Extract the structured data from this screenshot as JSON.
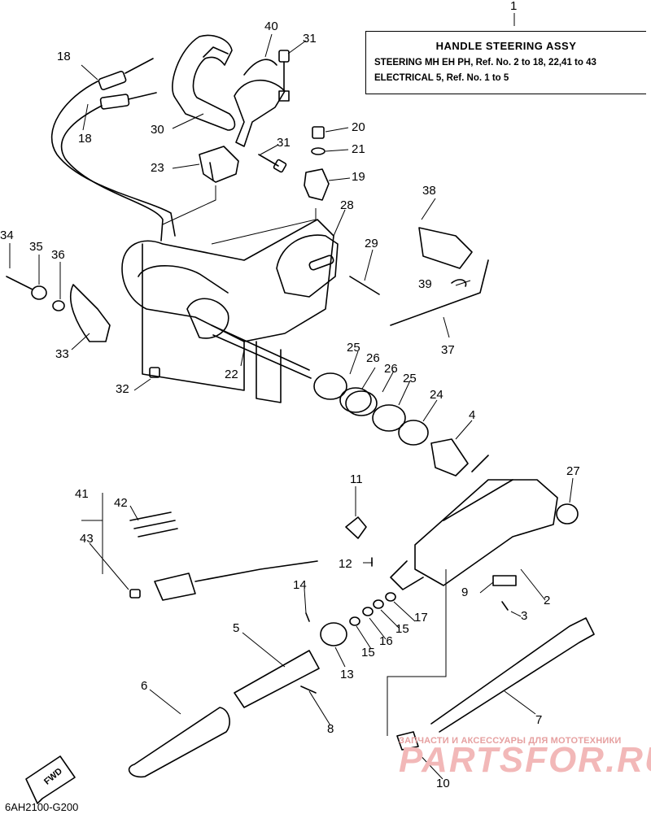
{
  "title_box": {
    "title": "HANDLE STEERING ASSY",
    "line1": "STEERING MH EH PH, Ref. No. 2 to 18, 22,41 to 43",
    "line2": "ELECTRICAL 5, Ref. No. 1 to 5"
  },
  "callouts": [
    "1",
    "2",
    "3",
    "4",
    "5",
    "6",
    "7",
    "8",
    "9",
    "10",
    "11",
    "12",
    "13",
    "14",
    "15",
    "15",
    "16",
    "17",
    "18",
    "18",
    "19",
    "20",
    "21",
    "22",
    "23",
    "24",
    "25",
    "25",
    "26",
    "26",
    "27",
    "28",
    "29",
    "30",
    "31",
    "31",
    "32",
    "33",
    "34",
    "35",
    "36",
    "37",
    "38",
    "39",
    "40",
    "41",
    "42",
    "43"
  ],
  "drawing_code": "6AH2100-G200",
  "fwd_label": "FWD",
  "watermark": {
    "tagline": "ЗАПЧАСТИ И АКСЕССУАРЫ ДЛЯ МОТОТЕХНИКИ",
    "logo": "PARTSFOR.RU"
  }
}
